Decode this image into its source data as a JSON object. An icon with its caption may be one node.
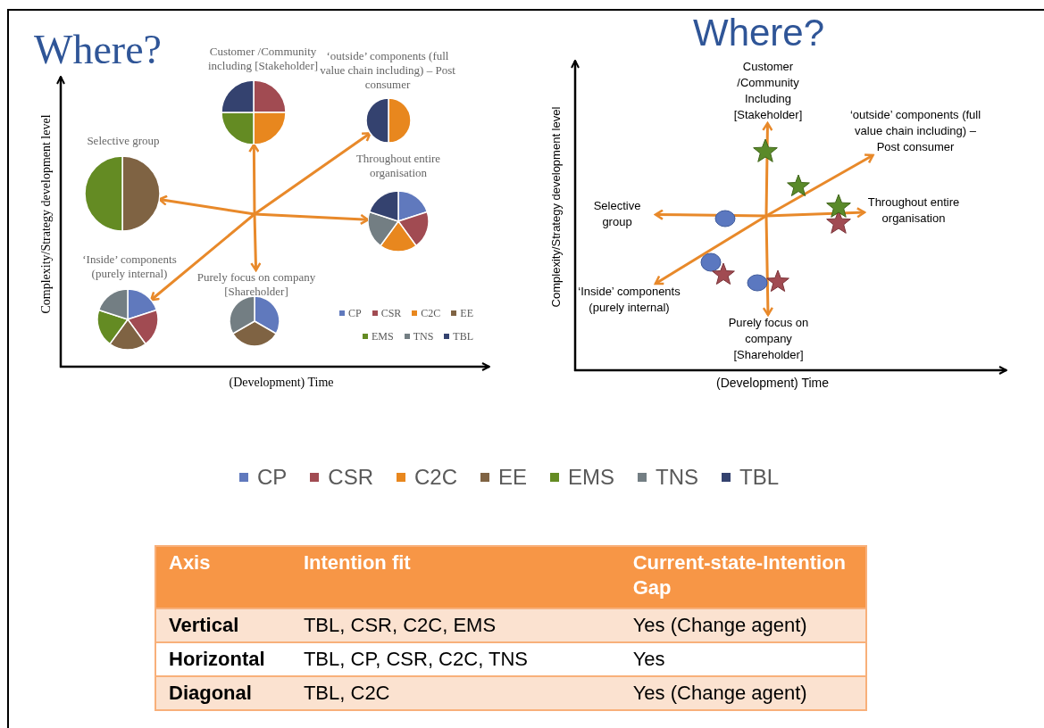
{
  "diagram": {
    "nodes": [
      {
        "text": [
          "Customer /Community including [Stakeholder]"
        ]
      },
      {
        "text": [],
        "shape": "circle"
      },
      {
        "text": [
          "‘outside’ components (full value chain including) – Post consumer"
        ]
      },
      {
        "text": [],
        "shape": "circle"
      },
      {
        "text": [
          "Selective group"
        ]
      },
      {
        "text": [],
        "shape": "circle"
      },
      {
        "text": [
          "Throughout entire organisation"
        ]
      },
      {
        "text": [],
        "shape": "circle"
      },
      {
        "text": [
          "‘Inside’ components (purely internal)"
        ]
      },
      {
        "text": [],
        "shape": "circle"
      },
      {
        "text": [
          "Purely focus on company [Shareholder]"
        ]
      },
      {
        "text": [],
        "shape": "circle"
      },
      {
        "text": [
          "Customer /Community Including [Stakeholder]"
        ]
      },
      {
        "text": [
          "‘outside’ components (full value chain including) – Post consumer"
        ]
      },
      {
        "text": [
          "Selective group"
        ]
      },
      {
        "text": [
          "Throughout entire organisation"
        ]
      },
      {
        "text": [
          "‘Inside’ components (purely internal)"
        ]
      },
      {
        "text": [
          "Purely focus on company [Shareholder]"
        ]
      }
    ],
    "edges": [
      {
        "from": 5,
        "to": 7,
        "arrow": "both"
      },
      {
        "from": 1,
        "to": 10,
        "arrow": "both"
      },
      {
        "from": 9,
        "to": 3,
        "arrow": "both"
      },
      {
        "from": 14,
        "to": 15,
        "arrow": "both"
      },
      {
        "from": 12,
        "to": 17,
        "arrow": "both"
      },
      {
        "from": 16,
        "to": 13,
        "arrow": "both"
      }
    ],
    "labels": [
      "Where?",
      "Complexity/Strategy development level",
      "(Development) Time",
      "Where?",
      "Complexity/Strategy development level",
      "(Development) Time",
      "Axis",
      "Intention fit",
      "Current-state-Intention Gap",
      "Vertical",
      "TBL, CSR, C2C, EMS",
      "Yes (Change agent)",
      "Horizontal",
      "TBL, CP, CSR, C2C, TNS",
      "Yes",
      "Diagonal",
      "TBL, C2C",
      "Yes (Change agent)"
    ],
    "legend": [
      {
        "text": "CP",
        "color": "#6079bd"
      },
      {
        "text": "CSR",
        "color": "#a14b52"
      },
      {
        "text": "C2C",
        "color": "#e8871e"
      },
      {
        "text": "EE",
        "color": "#7f6343"
      },
      {
        "text": "EMS",
        "color": "#648b23"
      },
      {
        "text": "TNS",
        "color": "#737e83"
      },
      {
        "text": "TBL",
        "color": "#34426f"
      },
      {
        "text": "CP",
        "color": "#6079bd"
      },
      {
        "text": "CSR",
        "color": "#a14b52"
      },
      {
        "text": "C2C",
        "color": "#e8871e"
      },
      {
        "text": "EE",
        "color": "#7f6343"
      },
      {
        "text": "EMS",
        "color": "#648b23"
      },
      {
        "text": "TNS",
        "color": "#737e83"
      },
      {
        "text": "TBL",
        "color": "#34426f"
      }
    ]
  }
}
